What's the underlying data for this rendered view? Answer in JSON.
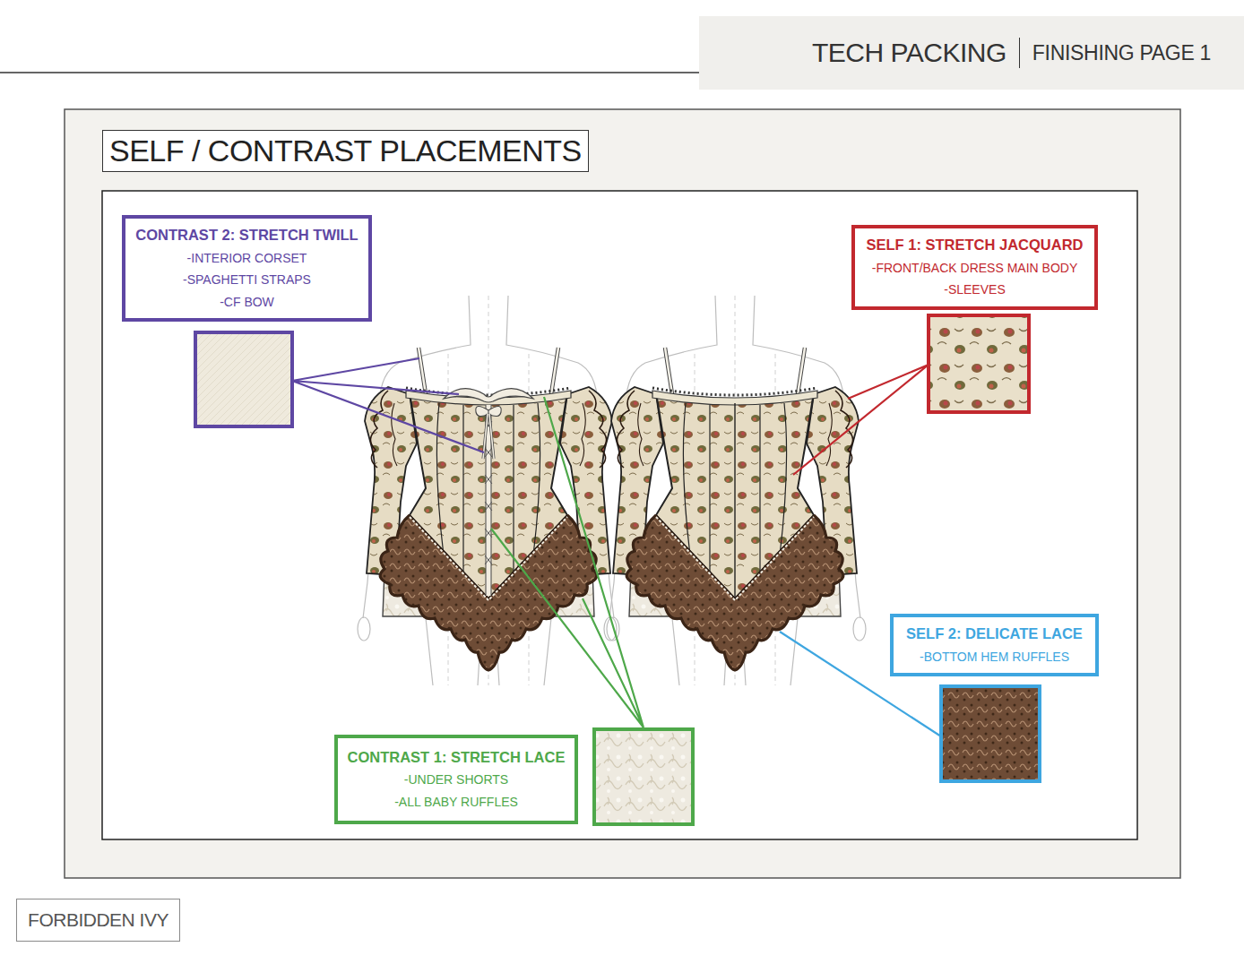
{
  "diagram": {
    "title": "SELF / CONTRAST PLACEMENTS",
    "nodes": [
      {
        "text": [
          "TECH PACKING",
          "FINISHING PAGE 1"
        ]
      },
      {
        "text": [
          "CONTRAST 2: STRETCH TWILL",
          "-INTERIOR CORSET",
          "-SPAGHETTI STRAPS",
          "-CF BOW"
        ]
      },
      {
        "text": [
          "SELF 1: STRETCH JACQUARD",
          "-FRONT/BACK DRESS MAIN BODY",
          "-SLEEVES"
        ]
      },
      {
        "text": [
          "SELF 2: DELICATE LACE",
          "-BOTTOM HEM RUFFLES"
        ]
      },
      {
        "text": [
          "CONTRAST 1: STRETCH LACE",
          "-UNDER SHORTS",
          "-ALL BABY RUFFLES"
        ]
      },
      {
        "text": [
          "FORBIDDEN IVY"
        ]
      }
    ]
  }
}
